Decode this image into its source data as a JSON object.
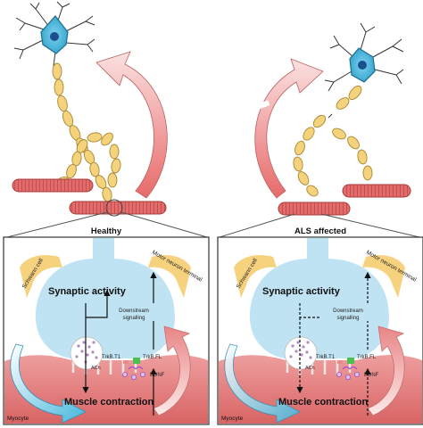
{
  "panels": {
    "healthy": {
      "title": "Healthy",
      "schwann": "Schwann cell",
      "terminal": "Motor neuron terminal",
      "synaptic": "Synaptic activity",
      "downstream_1": "Downstream",
      "downstream_2": "signalling",
      "ach": "ACh",
      "trkb_t1": "TrkB.T1",
      "trkb_fl": "TrkB.FL",
      "bdnf": "BDNF",
      "muscle": "Muscle contraction",
      "myocyte": "Myocyte"
    },
    "als": {
      "title": "ALS affected",
      "schwann": "Schwann cell",
      "terminal": "Motor neuron terminal",
      "synaptic": "Synaptic activity",
      "downstream_1": "Downstream",
      "downstream_2": "signalling",
      "ach": "ACh",
      "trkb_t1": "TrkB.T1",
      "trkb_fl": "TrkB.FL",
      "bdnf": "BDNF",
      "muscle": "Muscle contraction",
      "myocyte": "Myocyte"
    }
  },
  "colors": {
    "neuron_body": "#49b8dd",
    "myelin": "#f5d27c",
    "muscle_fiber": "#e06d6d",
    "terminal": "#bfe3f3",
    "schwann": "#f6d27e",
    "myocyte": "#e79a9a",
    "ach_dots": "#b48ac4",
    "bdnf": "#a44ec8",
    "trkb_fl": "#49c24d",
    "trkb_t1": "#e98b8b"
  }
}
